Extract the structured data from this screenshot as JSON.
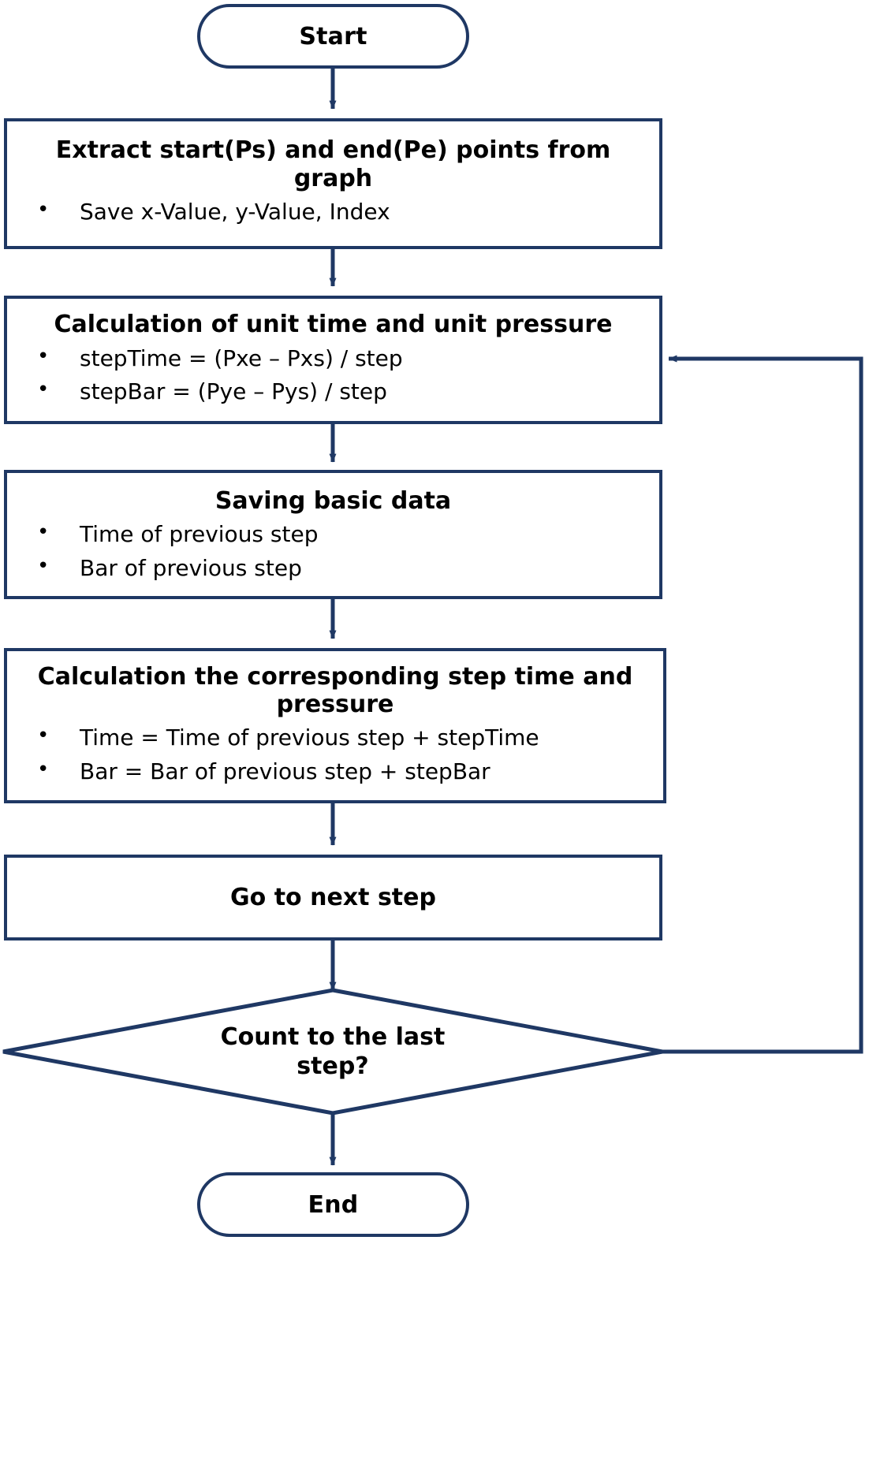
{
  "diagram": {
    "type": "flowchart",
    "title": "Pressure step interpolation flowchart",
    "colors": {
      "stroke": "#1F3864",
      "fill": "#FFFFFF",
      "text": "#000000"
    },
    "nodes": [
      {
        "id": "start",
        "shape": "terminator",
        "label": "Start"
      },
      {
        "id": "extract",
        "shape": "process",
        "title": "Extract start(Ps) and end(Pe) points from\ngraph",
        "bullets": [
          "Save x-Value, y-Value, Index"
        ]
      },
      {
        "id": "calc-unit",
        "shape": "process",
        "title": "Calculation of unit time and unit pressure",
        "bullets": [
          "stepTime = (Pxe – Pxs) / step",
          "stepBar = (Pye – Pys) / step"
        ]
      },
      {
        "id": "save-basic",
        "shape": "process",
        "title": "Saving basic data",
        "bullets": [
          "Time of previous step",
          "Bar of previous step"
        ]
      },
      {
        "id": "calc-step",
        "shape": "process",
        "title": "Calculation the corresponding step time and\npressure",
        "bullets": [
          "Time = Time of previous step + stepTime",
          "Bar = Bar of previous step + stepBar"
        ]
      },
      {
        "id": "next-step",
        "shape": "process",
        "title": "Go to next step",
        "bullets": []
      },
      {
        "id": "count-last",
        "shape": "decision",
        "title": "Count to the last\nstep?"
      },
      {
        "id": "end",
        "shape": "terminator",
        "label": "End"
      }
    ],
    "edges": [
      {
        "id": "e-start-extract",
        "from": "start",
        "to": "extract",
        "label": ""
      },
      {
        "id": "e-extract-calcunit",
        "from": "extract",
        "to": "calc-unit",
        "label": ""
      },
      {
        "id": "e-calcunit-savebasic",
        "from": "calc-unit",
        "to": "save-basic",
        "label": ""
      },
      {
        "id": "e-savebasic-calcstep",
        "from": "save-basic",
        "to": "calc-step",
        "label": ""
      },
      {
        "id": "e-calcstep-nextstep",
        "from": "calc-step",
        "to": "next-step",
        "label": ""
      },
      {
        "id": "e-nextstep-countlast",
        "from": "next-step",
        "to": "count-last",
        "label": ""
      },
      {
        "id": "e-countlast-end",
        "from": "count-last",
        "to": "end",
        "label": ""
      },
      {
        "id": "e-countlast-loopback",
        "from": "count-last",
        "to": "calc-unit",
        "label": ""
      }
    ]
  }
}
